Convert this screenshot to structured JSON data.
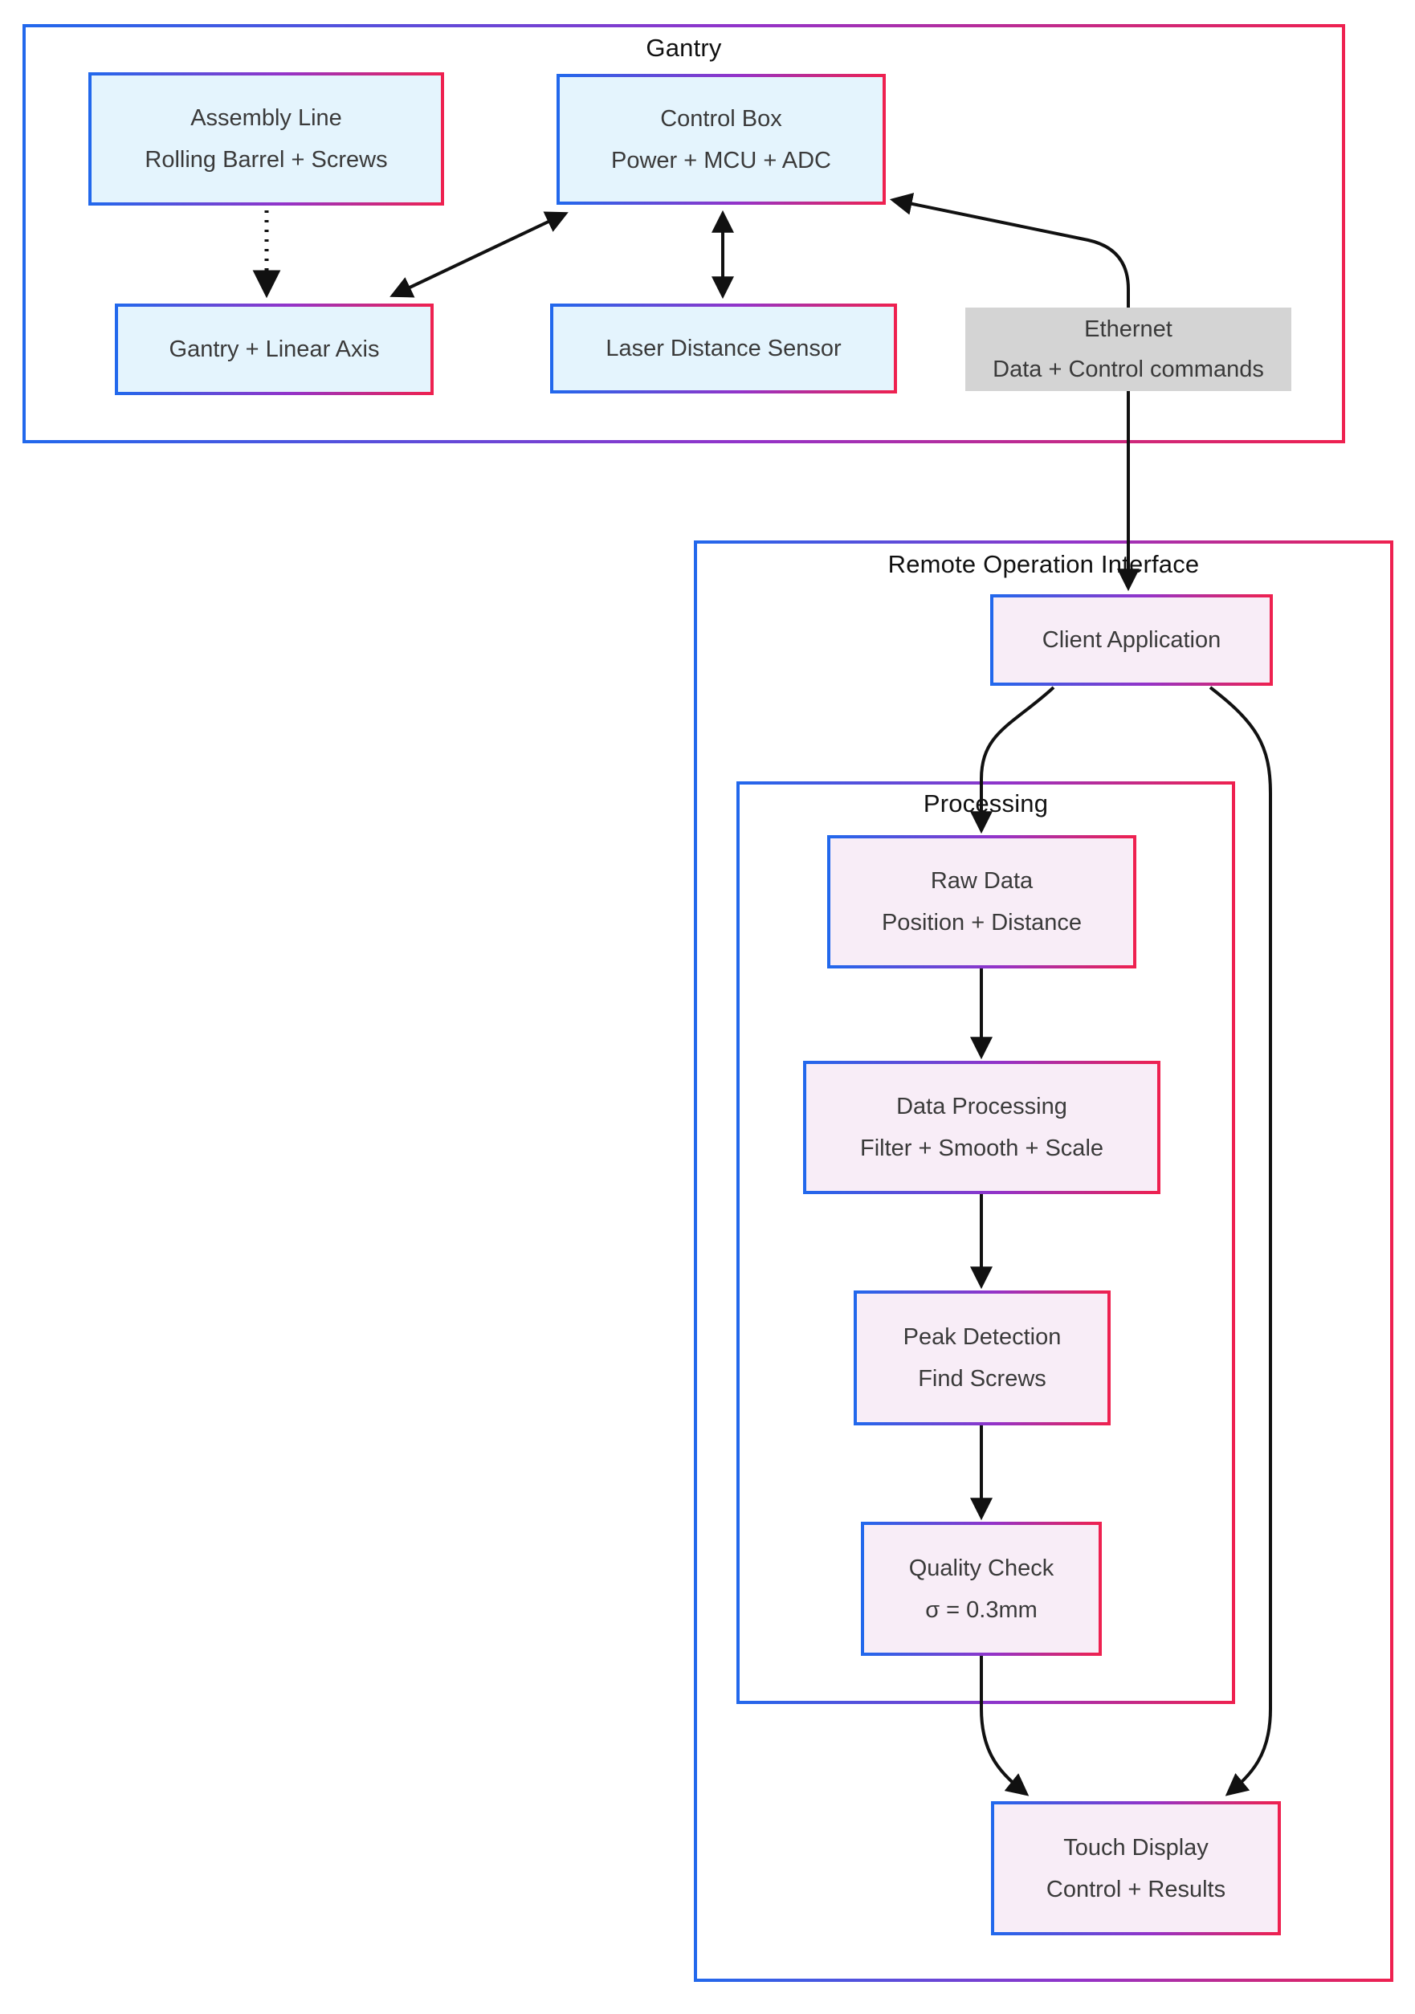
{
  "diagram": {
    "containers": {
      "gantry": {
        "title": "Gantry"
      },
      "remote": {
        "title": "Remote Operation Interface"
      },
      "processing": {
        "title": "Processing"
      }
    },
    "nodes": {
      "assembly_line": {
        "line1": "Assembly Line",
        "line2": "Rolling Barrel + Screws"
      },
      "control_box": {
        "line1": "Control Box",
        "line2": "Power + MCU + ADC"
      },
      "gantry_axis": {
        "line1": "Gantry + Linear Axis"
      },
      "laser_sensor": {
        "line1": "Laser Distance Sensor"
      },
      "client_app": {
        "line1": "Client Application"
      },
      "raw_data": {
        "line1": "Raw Data",
        "line2": "Position + Distance"
      },
      "data_processing": {
        "line1": "Data Processing",
        "line2": "Filter + Smooth + Scale"
      },
      "peak_detection": {
        "line1": "Peak Detection",
        "line2": "Find Screws"
      },
      "quality_check": {
        "line1": "Quality Check",
        "line2": "σ = 0.3mm"
      },
      "touch_display": {
        "line1": "Touch Display",
        "line2": "Control + Results"
      }
    },
    "edge_labels": {
      "ethernet": {
        "line1": "Ethernet",
        "line2": "Data + Control commands"
      }
    },
    "colors": {
      "border_gradient_left": "#2268ec",
      "border_gradient_mid": "#9333c9",
      "border_gradient_right": "#ee2150",
      "node_fill_blue": "#e4f4fd",
      "node_fill_pink": "#f8edf7",
      "edge_label_bg": "#d4d4d4",
      "edge_color": "#111111",
      "text_color": "#3a3a3a",
      "title_color": "#111111"
    }
  }
}
